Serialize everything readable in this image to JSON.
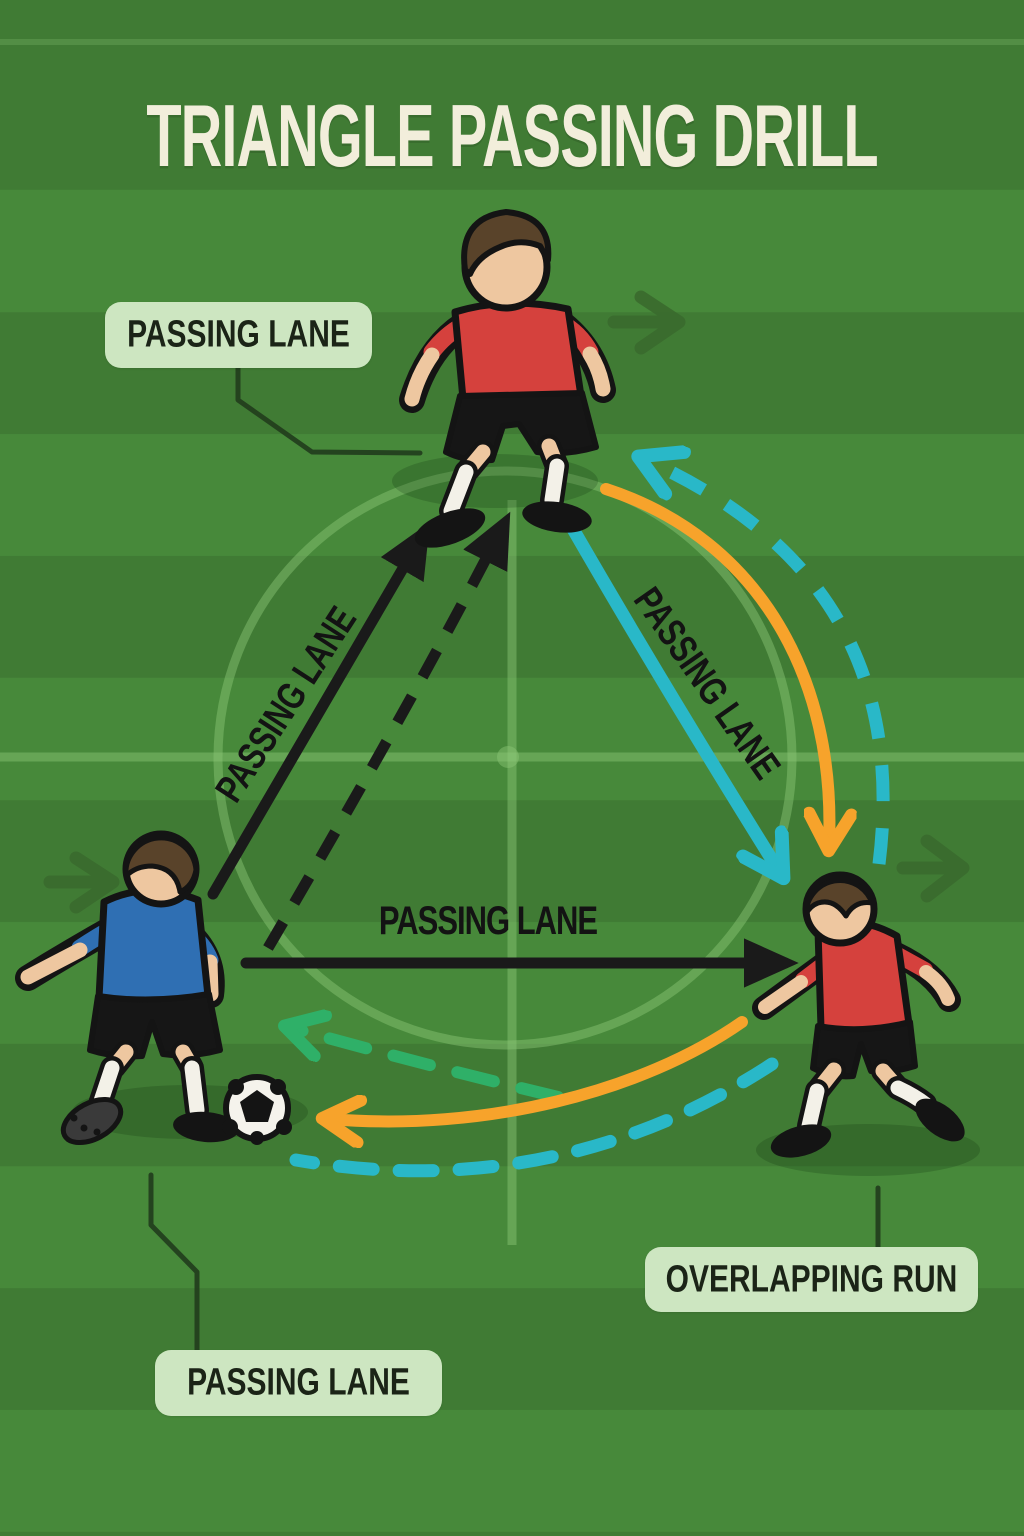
{
  "title": "TRIANGLE PASSING DRILL",
  "labels": {
    "passing_lane_top_left": "PASSING LANE",
    "passing_lane_left_diagonal": "PASSING LANE",
    "passing_lane_right_diagonal": "PASSING LANE",
    "passing_lane_center": "PASSING LANE",
    "passing_lane_bottom_left": "PASSING LANE",
    "overlapping_run": "OVERLAPPING RUN"
  },
  "players": [
    {
      "id": "top-player",
      "shirt_color": "#d5413d",
      "shorts_color": "#161616",
      "socks_color": "#f3f1e8",
      "position": "top of triangle"
    },
    {
      "id": "left-player",
      "shirt_color": "#2f6fb3",
      "shorts_color": "#161616",
      "socks_color": "#f3f1e8",
      "position": "bottom left, on the ball",
      "has_ball": true
    },
    {
      "id": "right-player",
      "shirt_color": "#d5413d",
      "shorts_color": "#161616",
      "socks_color": "#f3f1e8",
      "position": "bottom right, making run"
    }
  ],
  "ball": {
    "present": true,
    "color": "#f5f3ec"
  },
  "arrows": [
    {
      "id": "passing-lane-left-diagonal",
      "style": "solid",
      "color": "#1a1a1a",
      "from": "left-player",
      "to": "top-player"
    },
    {
      "id": "alternative-pass-dashed",
      "style": "dashed",
      "color": "#1a1a1a",
      "from": "left-player",
      "to": "top-player"
    },
    {
      "id": "passing-lane-center",
      "style": "solid",
      "color": "#1a1a1a",
      "from": "left-player",
      "to": "right-player"
    },
    {
      "id": "passing-lane-right-diagonal",
      "style": "solid",
      "color": "#29b8c8",
      "from": "top-player",
      "to": "right-player"
    },
    {
      "id": "overlap-run-outer",
      "style": "dashed",
      "color": "#29b8c8",
      "from": "right-player",
      "to": "top-player"
    },
    {
      "id": "curved-run-right",
      "style": "solid",
      "color": "#f7a32b",
      "from": "top-player",
      "to": "right-player"
    },
    {
      "id": "curved-run-bottom",
      "style": "solid",
      "color": "#f7a32b",
      "from": "right-player",
      "to": "left-player"
    },
    {
      "id": "support-run-bottom",
      "style": "dashed",
      "color": "#2fb068",
      "from": "right-player",
      "to": "left-player"
    },
    {
      "id": "overlap-run-bottom",
      "style": "dashed",
      "color": "#29b8c8",
      "from": "right-player",
      "to": "left-player"
    }
  ],
  "direction_markers": {
    "count": 3,
    "glyph": "→",
    "color": "#3a6a2e"
  },
  "field": {
    "stripe_light": "#47893a",
    "stripe_dark": "#3e7c31",
    "line_color": "#8cc878",
    "markings": [
      "center-circle",
      "halfway-line",
      "center-spot",
      "vertical-center-line"
    ]
  },
  "colors": {
    "title_text": "#f2eedb",
    "label_bg": "#cde6c1",
    "label_text": "#1b2417",
    "black_arrow": "#1a1a1a",
    "teal_arrow": "#29b8c8",
    "orange_arrow": "#f7a32b",
    "green_arrow": "#2fb068"
  }
}
